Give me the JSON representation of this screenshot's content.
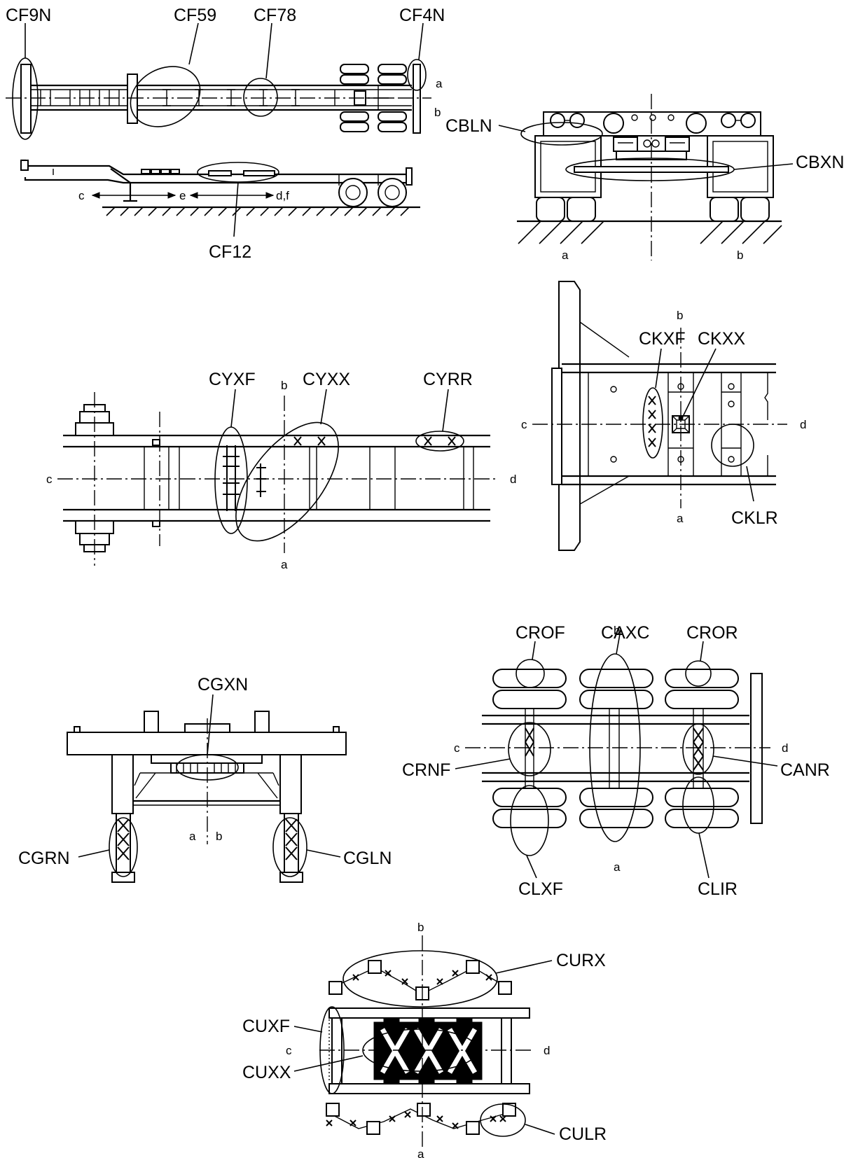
{
  "labels": {
    "cf9n": "CF9N",
    "cf59": "CF59",
    "cf78": "CF78",
    "cf4n": "CF4N",
    "cf12": "CF12",
    "cbln": "CBLN",
    "cbxn": "CBXN",
    "cyxf": "CYXF",
    "cyxx": "CYXX",
    "cyrr": "CYRR",
    "ckxf": "CKXF",
    "ckxx": "CKXX",
    "cklr": "CKLR",
    "cgxn": "CGXN",
    "cgrn": "CGRN",
    "cgln": "CGLN",
    "crof": "CROF",
    "caxc": "CAXC",
    "cror": "CROR",
    "crnf": "CRNF",
    "canr": "CANR",
    "clxf": "CLXF",
    "clir": "CLIR",
    "curx": "CURX",
    "cuxf": "CUXF",
    "cuxx": "CUXX",
    "culr": "CULR"
  },
  "axes": {
    "a": "a",
    "b": "b",
    "c": "c",
    "d": "d",
    "e": "e",
    "df": "d,f"
  },
  "icons": [
    "wheel-icon",
    "tyre-icon",
    "support-leg-icon",
    "frame-crossmember-icon"
  ]
}
